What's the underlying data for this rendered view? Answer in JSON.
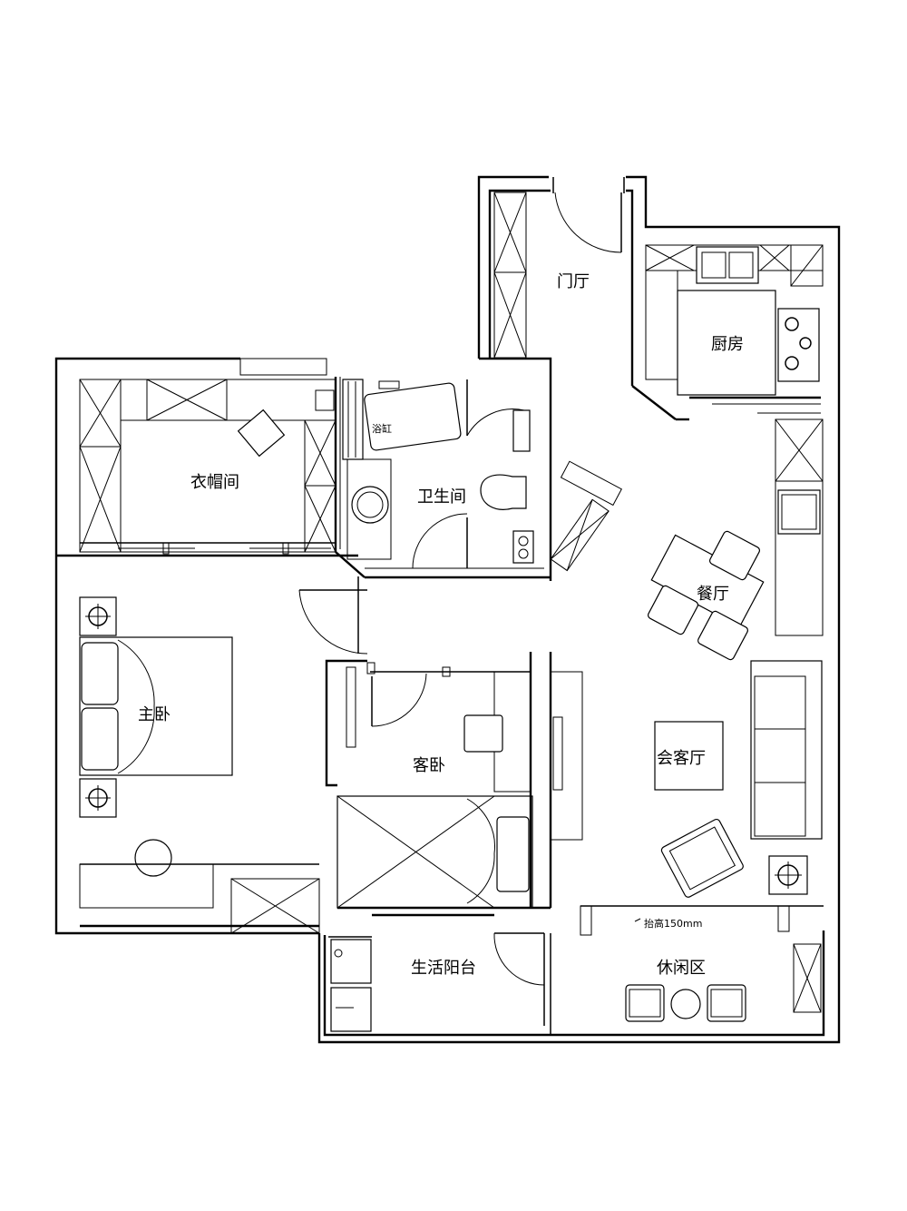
{
  "rooms": {
    "entrance": "门厅",
    "kitchen": "厨房",
    "bathroom": "卫生间",
    "bathtub": "浴缸",
    "cloakroom": "衣帽间",
    "master_bedroom": "主卧",
    "dining": "餐厅",
    "living": "会客厅",
    "guest_bedroom": "客卧",
    "balcony": "生活阳台",
    "leisure": "休闲区"
  },
  "annotations": {
    "raised_floor": "抬高150mm"
  }
}
